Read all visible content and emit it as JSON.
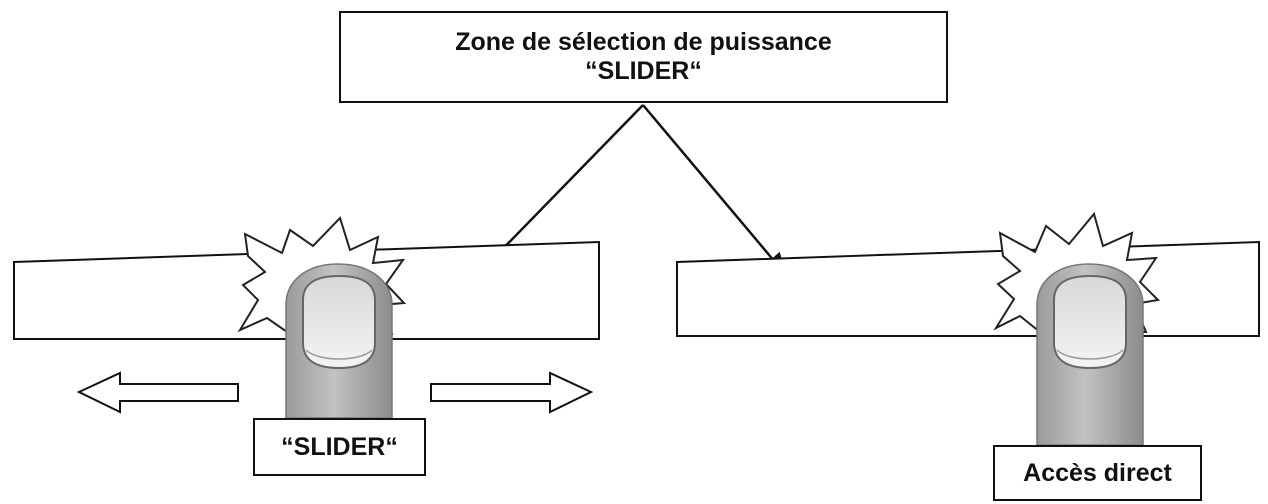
{
  "title": {
    "line1": "Zone de sélection de puissance",
    "line2": "“SLIDER“"
  },
  "left_panel": {
    "label": "“SLIDER“",
    "arrows": [
      "left-arrow-icon",
      "right-arrow-icon"
    ]
  },
  "right_panel": {
    "label": "Accès direct"
  },
  "colors": {
    "line": "#111111",
    "background": "#ffffff",
    "finger_skin": "#a9a9a9",
    "nail": "#e6e6e6"
  }
}
